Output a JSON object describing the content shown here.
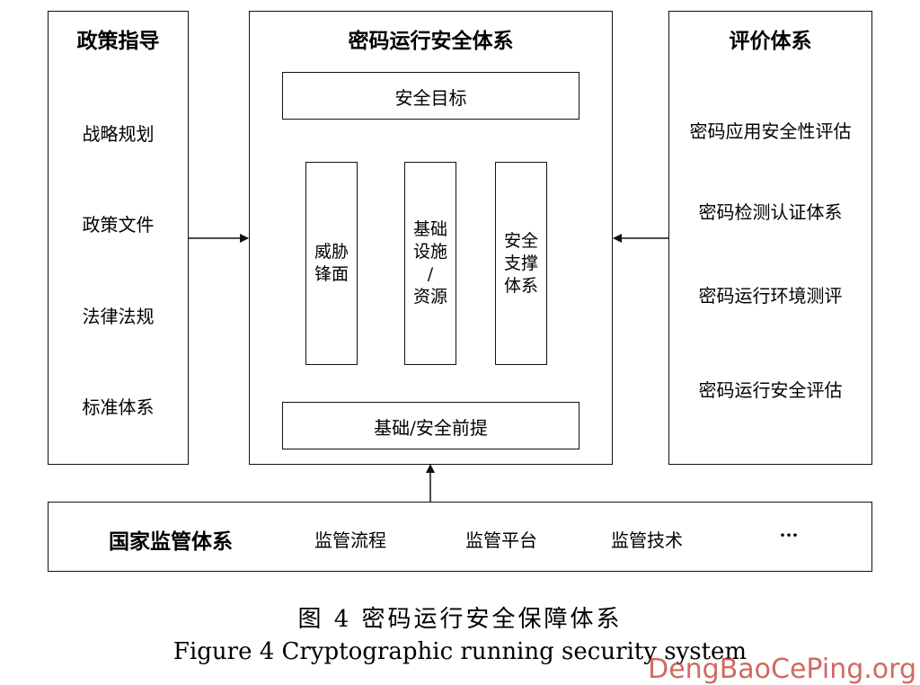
{
  "policy": {
    "title": "政策指导",
    "items": [
      "战略规划",
      "政策文件",
      "法律法规",
      "标准体系"
    ]
  },
  "core": {
    "title": "密码运行安全体系",
    "goal": "安全目标",
    "threat": "威胁\n锋面",
    "infra": "基础\n设施\n/\n资源",
    "support": "安全\n支撑\n体系",
    "premise": "基础/安全前提"
  },
  "evaluation": {
    "title": "评价体系",
    "items": [
      "密码应用安全性评估",
      "密码检测认证体系",
      "密码运行环境测评",
      "密码运行安全评估"
    ]
  },
  "supervision": {
    "title": "国家监管体系",
    "items": [
      "监管流程",
      "监管平台",
      "监管技术",
      "···"
    ]
  },
  "caption": {
    "cn": "图 4  密码运行安全保障体系",
    "en": "Figure 4  Cryptographic running security system"
  },
  "watermark": "DengBaoCePing.org",
  "colors": {
    "line": "#111111",
    "watermark": "#c0392b"
  }
}
